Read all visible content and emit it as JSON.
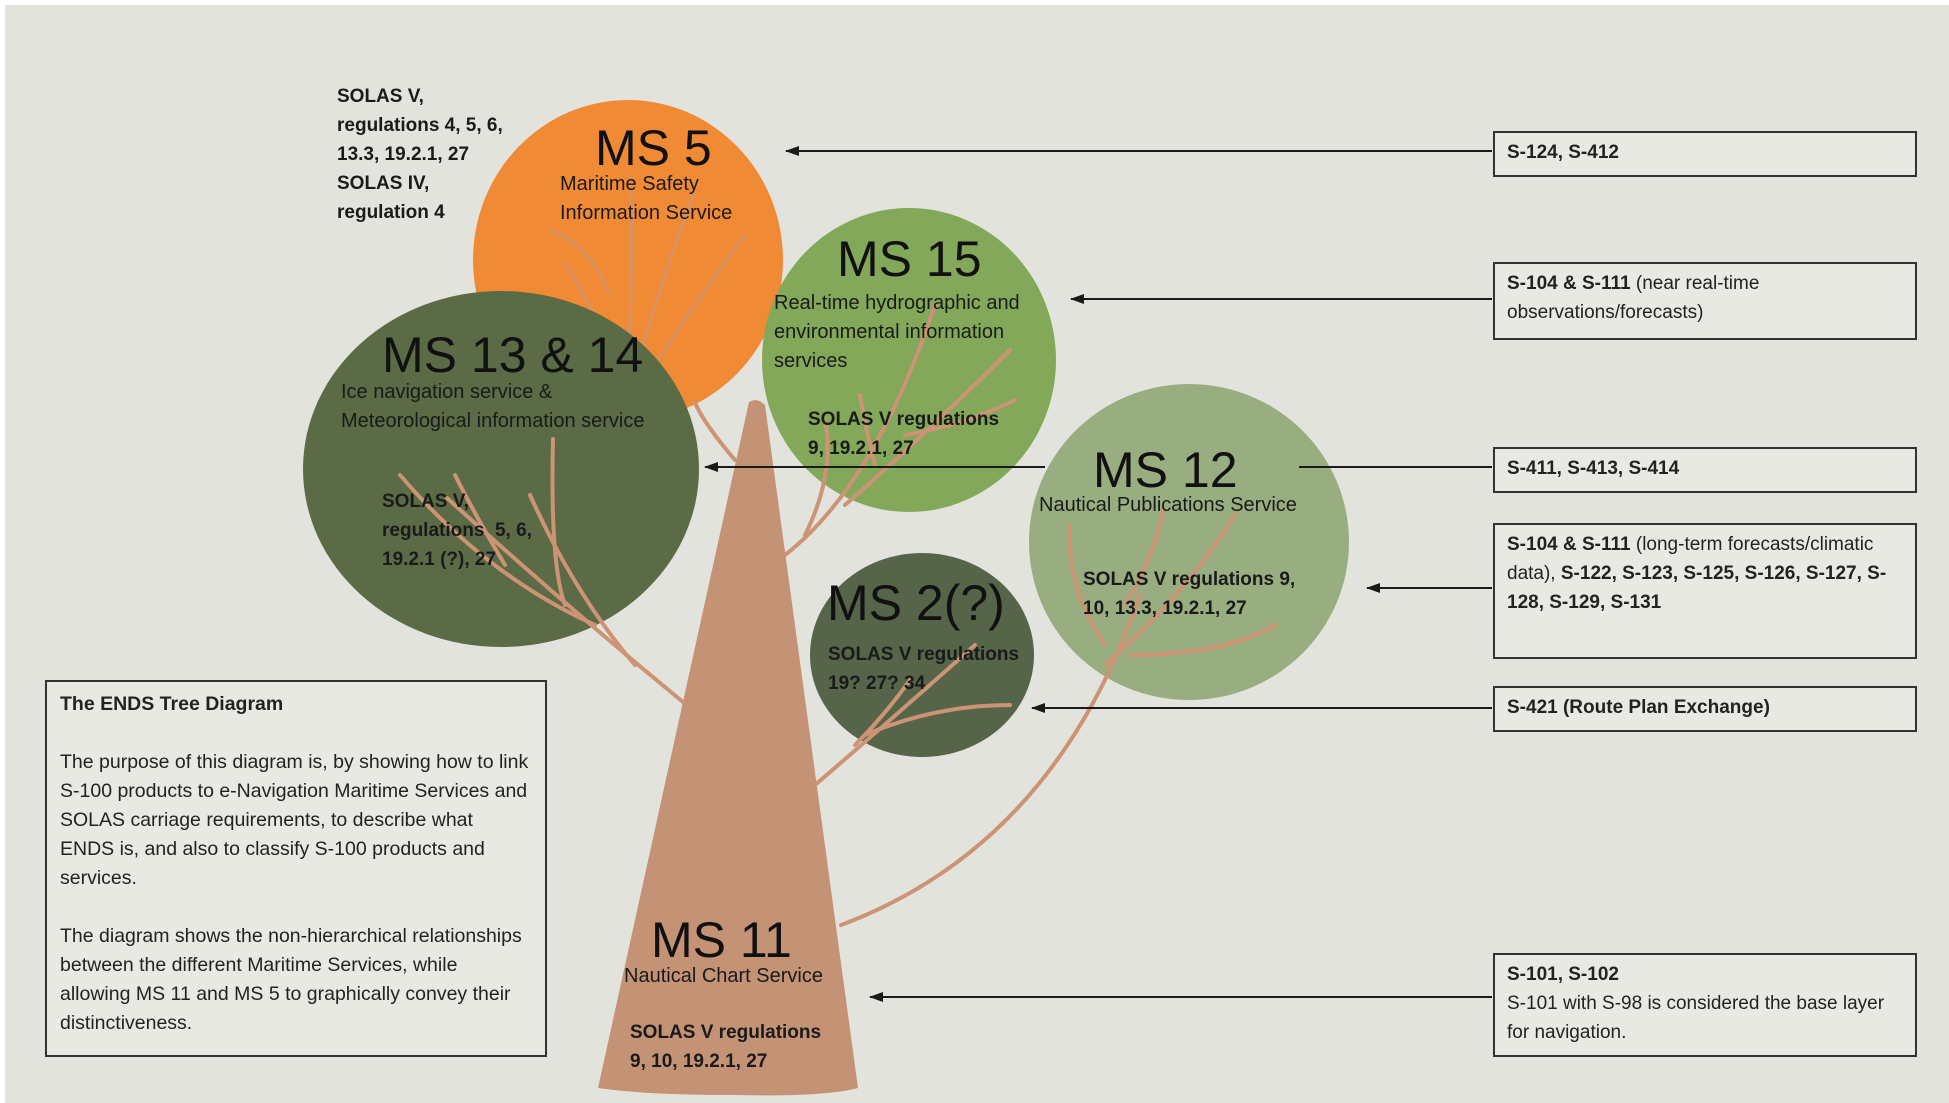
{
  "colors": {
    "background": "#e3e3de",
    "ms5_fill": "#f08a34",
    "ms15_fill": "#84a85a",
    "ms1314_fill": "#5b6b46",
    "ms12_fill": "#99ae80",
    "ms2_fill": "#56654a",
    "trunk_fill": "#c49275",
    "branch": "#cc9474"
  },
  "solas_ms5_note": {
    "lines": [
      "SOLAS V,",
      "regulations 4, 5, 6,",
      "13.3, 19.2.1, 27",
      "SOLAS IV,",
      "regulation 4"
    ]
  },
  "ms5": {
    "title": "MS 5",
    "subtitle_lines": [
      "Maritime Safety",
      "Information Service"
    ]
  },
  "ms15": {
    "title": "MS 15",
    "subtitle_lines": [
      "Real-time hydrographic and",
      "environmental information",
      "services"
    ],
    "regs_lines": [
      "SOLAS V regulations",
      "9, 19.2.1, 27"
    ]
  },
  "ms1314": {
    "title": "MS 13 & 14",
    "subtitle_lines": [
      "Ice navigation service &",
      "Meteorological information service"
    ],
    "regs_lines": [
      "SOLAS V,",
      "regulations  5, 6,",
      "19.2.1 (?), 27"
    ]
  },
  "ms12": {
    "title": "MS 12",
    "subtitle_lines": [
      "Nautical Publications Service"
    ],
    "regs_lines": [
      "SOLAS V regulations 9,",
      "10, 13.3, 19.2.1, 27"
    ]
  },
  "ms2": {
    "title": "MS 2(?)",
    "regs_lines": [
      "SOLAS V regulations",
      "19? 27? 34"
    ]
  },
  "ms11": {
    "title": "MS 11",
    "subtitle_lines": [
      "Nautical Chart Service"
    ],
    "regs_lines": [
      "SOLAS V regulations",
      "9, 10, 19.2.1, 27"
    ]
  },
  "products": {
    "box1": {
      "bold": "S-124, S-412"
    },
    "box2": {
      "bold": "S-104 & S-111",
      "normal": " (near real-time observations/forecasts)"
    },
    "box3": {
      "bold": "S-411, S-413, S-414"
    },
    "box4": {
      "bold": "S-104 & S-111",
      "normal": " (long-term forecasts/climatic data),",
      "bold2": " S-122, S-123, S-125, S-126, S-127, S-128, S-129, S-131"
    },
    "box5": {
      "bold": "S-421 (Route Plan Exchange)"
    },
    "box6": {
      "bold": "S-101, S-102",
      "normal": "S-101 with S-98 is considered the base layer for navigation."
    }
  },
  "info_box": {
    "title": "The ENDS Tree Diagram",
    "paragraph1": "The purpose of this diagram is, by showing how to link S-100 products to e-Navigation Maritime Services and SOLAS carriage requirements, to describe what ENDS is, and also to classify S-100 products and services.",
    "paragraph2": "The diagram shows the non-hierarchical relationships between the different Maritime Services, while allowing MS 11 and MS 5 to graphically convey their distinctiveness."
  }
}
